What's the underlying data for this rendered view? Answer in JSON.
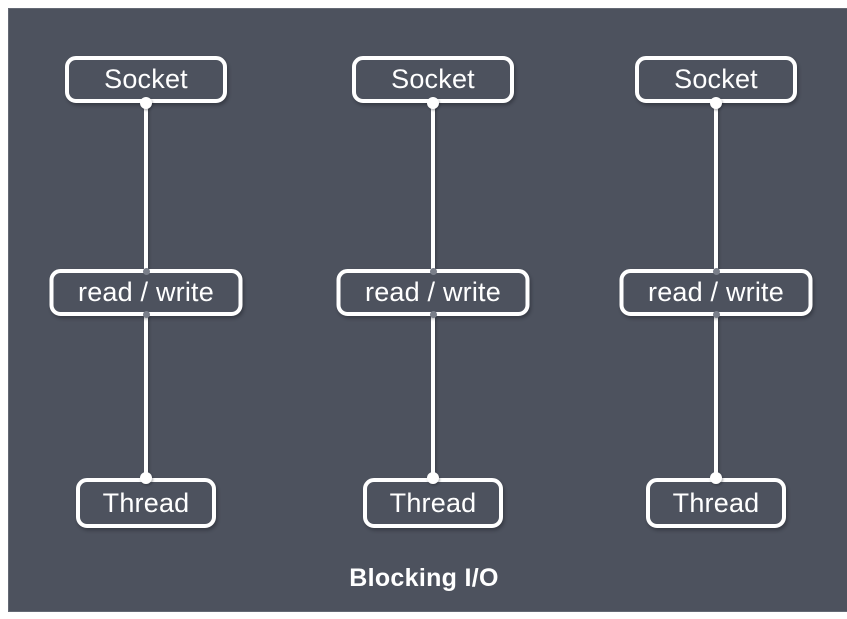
{
  "diagram": {
    "caption": "Blocking I/O",
    "columns": [
      {
        "socket": "Socket",
        "readwrite": "read / write",
        "thread": "Thread"
      },
      {
        "socket": "Socket",
        "readwrite": "read / write",
        "thread": "Thread"
      },
      {
        "socket": "Socket",
        "readwrite": "read / write",
        "thread": "Thread"
      }
    ]
  },
  "colors": {
    "canvas_background": "#4d525e",
    "shape_border": "#ffffff",
    "text": "#ffffff",
    "page_margin": "#ffffff",
    "connection_point": "#797e89"
  }
}
